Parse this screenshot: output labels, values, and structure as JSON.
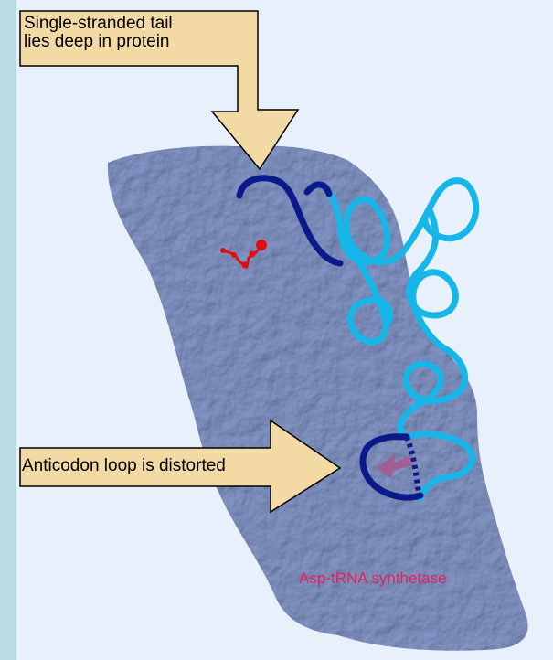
{
  "labels": {
    "tail_line1": "Single-stranded tail",
    "tail_line2": "lies deep in protein",
    "anticodon": "Anticodon loop is distorted",
    "synthetase": "Asp-tRNA synthetase"
  },
  "colors": {
    "background_outer": "#b9dde3",
    "background_panel": "#e8f1fb",
    "protein_surface": "#9eaed6",
    "arrow_fill": "#f3d9a4",
    "rna_dark": "#0a1a8a",
    "rna_light": "#17b6e8",
    "ligand": "#e01010",
    "loop_arrow": "#a15f93",
    "synthetase_label": "#e8205a"
  }
}
